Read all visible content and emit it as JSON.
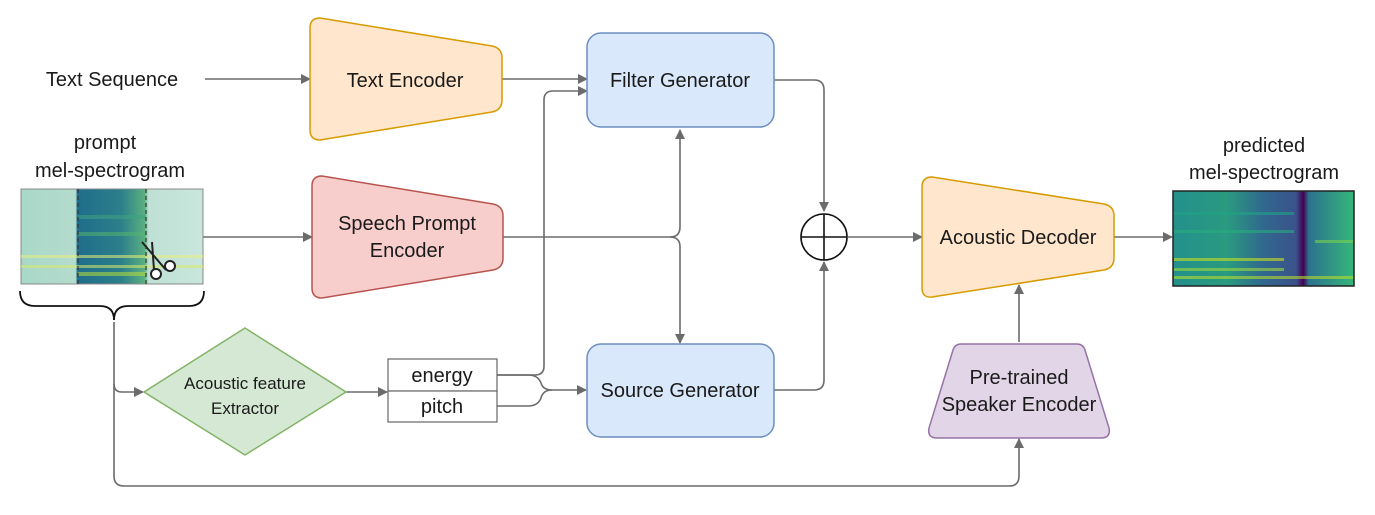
{
  "labels": {
    "text_sequence": "Text Sequence",
    "text_encoder": "Text Encoder",
    "filter_generator": "Filter Generator",
    "prompt_mel": [
      "prompt",
      "mel-spectrogram"
    ],
    "speech_prompt_encoder": [
      "Speech Prompt",
      "Encoder"
    ],
    "acoustic_feature_extractor": [
      "Acoustic feature",
      "Extractor"
    ],
    "energy": "energy",
    "pitch": "pitch",
    "source_generator": "Source Generator",
    "acoustic_decoder": "Acoustic Decoder",
    "pretrained_speaker_encoder": [
      "Pre-trained",
      "Speaker Encoder"
    ],
    "predicted_mel": [
      "predicted",
      "mel-spectrogram"
    ]
  },
  "colors": {
    "orange_fill": "#ffe6cc",
    "orange_stroke": "#d79b00",
    "blue_fill": "#dae8fc",
    "blue_stroke": "#6c8ebf",
    "red_fill": "#f8cecc",
    "red_stroke": "#b85450",
    "green_fill": "#d5e8d4",
    "green_stroke": "#82b366",
    "purple_fill": "#e1d5e7",
    "purple_stroke": "#9673a6",
    "arrow": "#6b6b6b"
  },
  "icons": {
    "sum": "circle-plus-icon",
    "scissors": "scissors-icon",
    "brace": "curly-brace"
  }
}
